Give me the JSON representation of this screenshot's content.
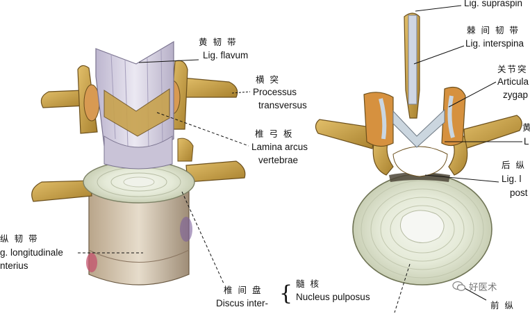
{
  "labels": {
    "lig_flavum_zh": "黄 韧 带",
    "lig_flavum": "Lig. flavum",
    "proc_trans_zh": "横 突",
    "proc_trans_1": "Processus",
    "proc_trans_2": "transversus",
    "lamina_zh": "椎 弓 板",
    "lamina_1": "Lamina arcus",
    "lamina_2": "vertebrae",
    "lig_long_ant_zh": "纵 韧 带",
    "lig_long_ant_1": "g. longitudinale",
    "lig_long_ant_2": "nterius",
    "discus_zh": "椎 间 盘",
    "discus": "Discus inter-",
    "nucleus_zh": "髓 核",
    "nucleus": "Nucleus pulposus",
    "lig_suprasp": "Lig. supraspin",
    "lig_intersp_zh": "棘 间 韧 带",
    "lig_intersp": "Lig. interspina",
    "articular_zh": "关节突",
    "articular_1": "Articula",
    "articular_2": "zygap",
    "flavum_right_zh": "黄",
    "flavum_right": "L",
    "post_long_zh": "后 纵",
    "post_long_1": "Lig. l",
    "post_long_2": "post",
    "ant_long_right_zh": "前 纵"
  },
  "watermark": {
    "text": "好医术"
  },
  "colors": {
    "bone": "#c9a24a",
    "disc": "#e6ead8",
    "ligament": "#d8d6e6"
  }
}
